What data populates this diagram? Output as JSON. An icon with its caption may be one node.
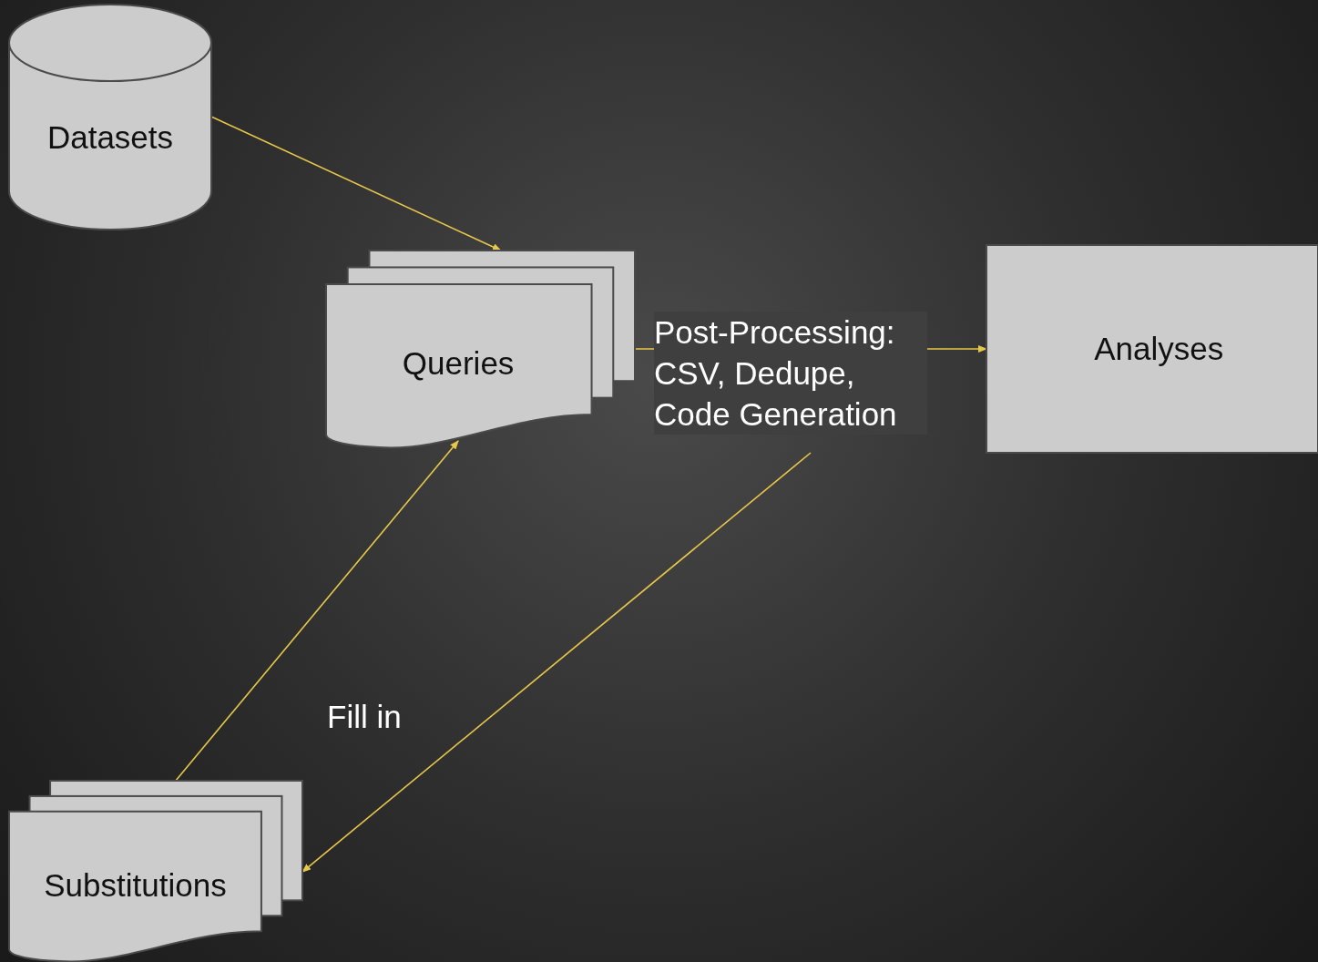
{
  "diagram": {
    "nodes": [
      {
        "text": [
          "Datasets"
        ]
      },
      {
        "text": [
          "Queries"
        ]
      },
      {
        "text": [
          "Analyses"
        ]
      },
      {
        "text": [
          "Substitutions"
        ]
      }
    ],
    "edges": [
      {
        "from": 0,
        "to": 1,
        "arrow": "to"
      },
      {
        "from": 1,
        "to": 2,
        "arrow": "to",
        "label": "Post-Processing: CSV, Dedupe, Code Generation"
      },
      {
        "from": 3,
        "to": 1,
        "arrow": "to"
      },
      {
        "from": null,
        "to": 3,
        "arrow": "to"
      }
    ],
    "labels": [
      "Fill in"
    ]
  }
}
